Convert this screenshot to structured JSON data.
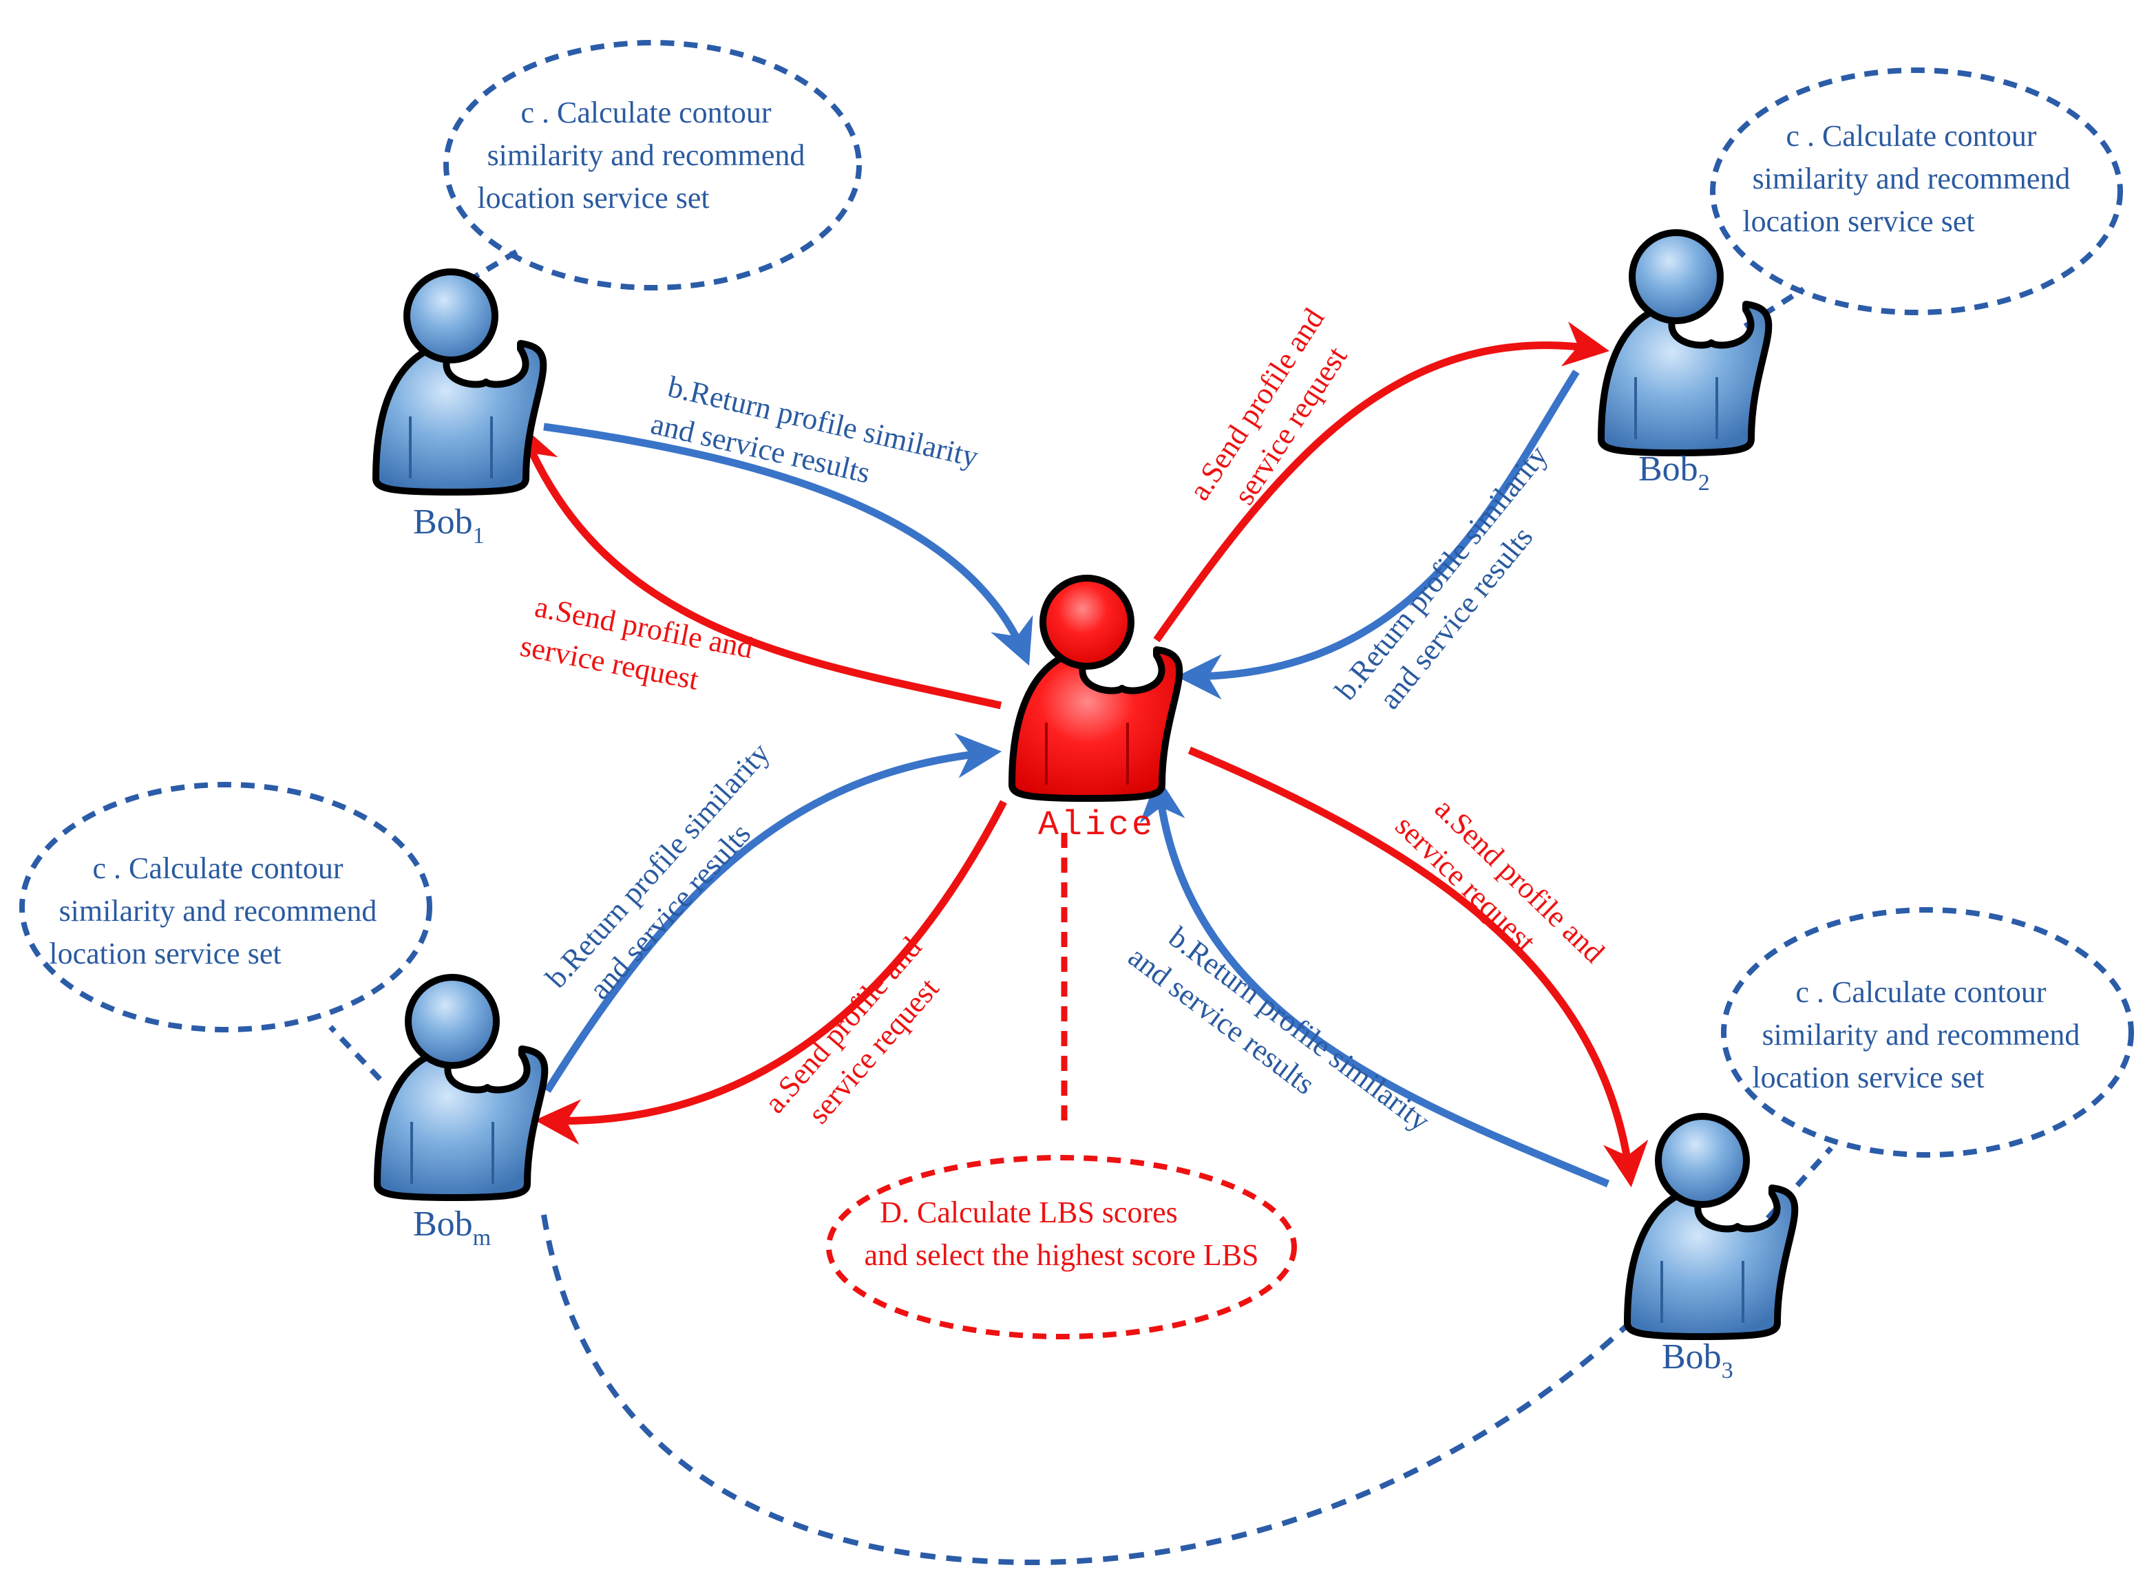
{
  "colors": {
    "blue": "#3a74c8",
    "blue_dark": "#2b5ca8",
    "red": "#ee1111",
    "text_blue": "#2a5aa0",
    "text_red": "#ee1111"
  },
  "nodes": {
    "alice": {
      "label": "Alice",
      "icon": "person-icon-red"
    },
    "bob1": {
      "label": "Bob",
      "sub": "1",
      "icon": "person-icon-blue"
    },
    "bob2": {
      "label": "Bob",
      "sub": "2",
      "icon": "person-icon-blue"
    },
    "bob3": {
      "label": "Bob",
      "sub": "3",
      "icon": "person-icon-blue"
    },
    "bobm": {
      "label": "Bob",
      "sub": "m",
      "icon": "person-icon-blue"
    }
  },
  "bubbles": {
    "c_lines": [
      "c . Calculate contour",
      "similarity and recommend",
      "location service set"
    ],
    "d_lines": [
      "D. Calculate LBS scores",
      "and select the highest score LBS"
    ]
  },
  "edges": {
    "send_lines": [
      "a.Send profile and",
      "service request"
    ],
    "return_lines": [
      "b.Return profile similarity",
      "and service results"
    ]
  }
}
